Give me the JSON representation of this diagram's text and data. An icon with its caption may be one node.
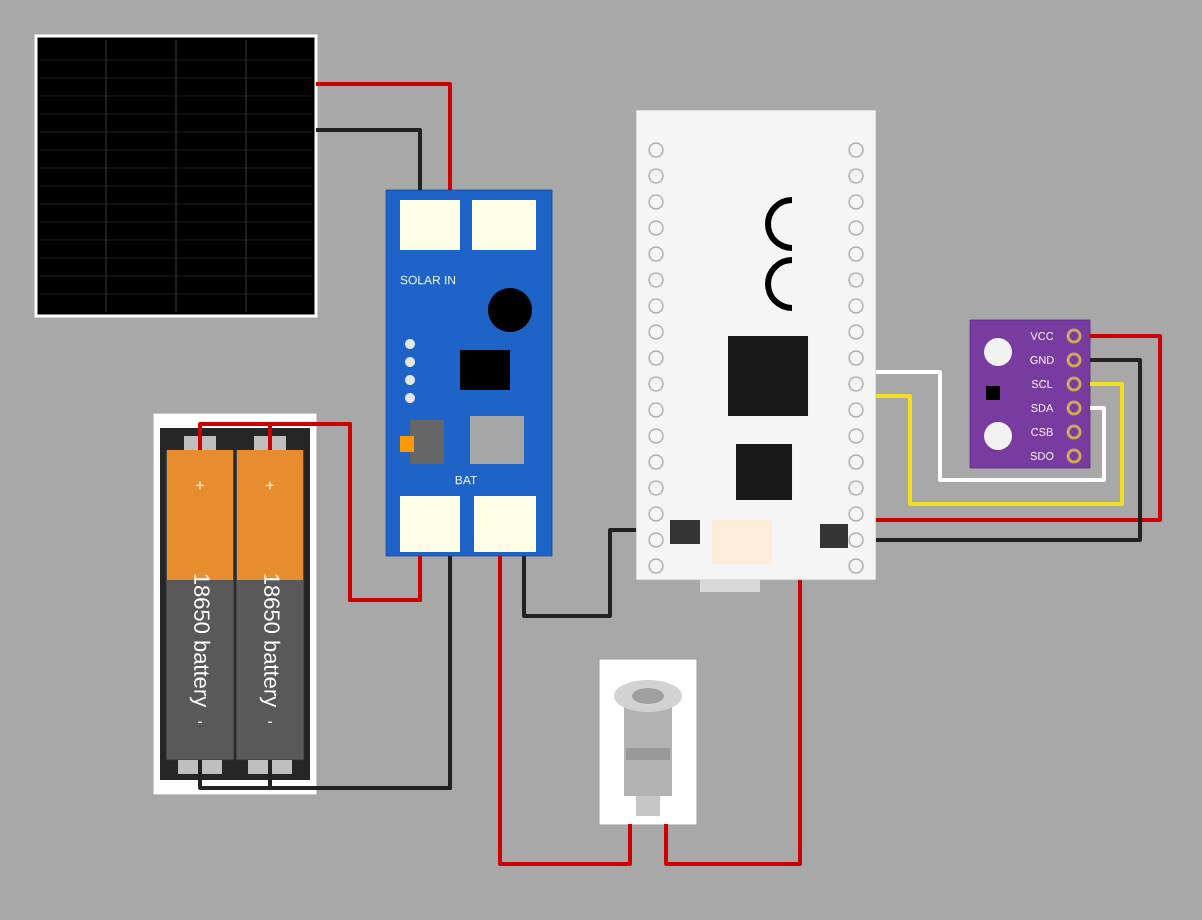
{
  "diagram": {
    "nodes": [
      {
        "text": [],
        "shape": "picture"
      },
      {
        "text": [
          "SOLAR IN",
          "BAT"
        ]
      },
      {
        "text": [],
        "shape": "picture"
      },
      {
        "text": [
          "+",
          "18650 battery",
          "-"
        ],
        "in": 2
      },
      {
        "text": [
          "+",
          "18650 battery",
          "-"
        ],
        "in": 2
      },
      {
        "text": [],
        "shape": "picture"
      },
      {
        "text": [
          "VCC",
          "GND",
          "SCL",
          "SDA",
          "CSB",
          "SDO"
        ]
      },
      {
        "text": [],
        "shape": "picture"
      }
    ],
    "edges": [
      {
        "from": 0,
        "to": 1,
        "arrow": "none",
        "color": "#cc0000"
      },
      {
        "from": 0,
        "to": 1,
        "arrow": "none",
        "color": "#222222"
      },
      {
        "from": 3,
        "to": 1,
        "arrow": "none",
        "color": "#cc0000"
      },
      {
        "from": 4,
        "to": 1,
        "arrow": "none",
        "color": "#cc0000"
      },
      {
        "from": 3,
        "to": 1,
        "arrow": "none",
        "color": "#222222"
      },
      {
        "from": 4,
        "to": 1,
        "arrow": "none",
        "color": "#222222"
      },
      {
        "from": 1,
        "to": 7,
        "arrow": "none",
        "color": "#cc0000"
      },
      {
        "from": 7,
        "to": 5,
        "arrow": "none",
        "color": "#cc0000"
      },
      {
        "from": 1,
        "to": 5,
        "arrow": "none",
        "color": "#222222"
      },
      {
        "from": 5,
        "to": 6,
        "arrow": "none",
        "color": "#ffffff"
      },
      {
        "from": 5,
        "to": 6,
        "arrow": "none",
        "color": "#f0e020"
      },
      {
        "from": 5,
        "to": 6,
        "arrow": "none",
        "color": "#cc0000"
      },
      {
        "from": 5,
        "to": 6,
        "arrow": "none",
        "color": "#222222"
      }
    ]
  }
}
